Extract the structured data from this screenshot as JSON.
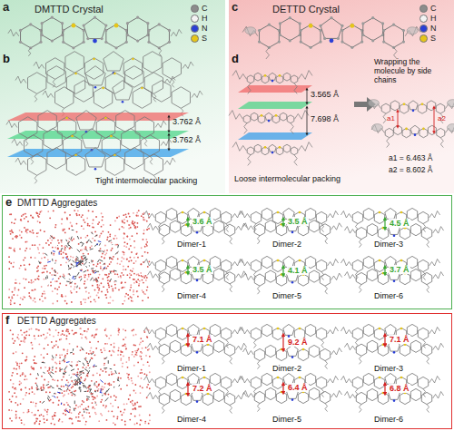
{
  "diagram": {
    "nodes": [
      {
        "text": [
          "a",
          "DMTTD Crystal"
        ]
      },
      {
        "text": [
          "c",
          "DETTD Crystal"
        ]
      },
      {
        "text": [
          "e",
          "DMTTD Aggregates"
        ]
      },
      {
        "text": [
          "f",
          "DETTD Aggregates"
        ]
      }
    ],
    "labels": [
      "b",
      "3.762 Å",
      "3.762 Å",
      "Tight intermolecular packing",
      "d",
      "3.565 Å",
      "7.698 Å",
      "Loose intermolecular packing",
      "Wrapping the molecule by side chains",
      "a1",
      "a2",
      "a1 = 6.463 Å",
      "a2 = 8.602 Å",
      "Dimer-1",
      "3.6 Å",
      "Dimer-2",
      "3.5 Å",
      "Dimer-3",
      "4.5 Å",
      "Dimer-4",
      "3.5 Å",
      "Dimer-5",
      "4.1 Å",
      "Dimer-6",
      "3.7 Å",
      "Dimer-1",
      "7.1 Å",
      "Dimer-2",
      "9.2 Å",
      "Dimer-3",
      "7.1 Å",
      "Dimer-4",
      "7.2 Å",
      "Dimer-5",
      "6.4 Å",
      "Dimer-6",
      "6.8 Å"
    ],
    "legend": [
      {
        "text": "C",
        "color": "#8c8c8c"
      },
      {
        "text": "H",
        "color": "#f4f4f4"
      },
      {
        "text": "N",
        "color": "#2a3fd6"
      },
      {
        "text": "S",
        "color": "#e6c619"
      },
      {
        "text": "C",
        "color": "#8c8c8c"
      },
      {
        "text": "H",
        "color": "#f4f4f4"
      },
      {
        "text": "N",
        "color": "#2a3fd6"
      },
      {
        "text": "S",
        "color": "#e6c619"
      }
    ]
  }
}
